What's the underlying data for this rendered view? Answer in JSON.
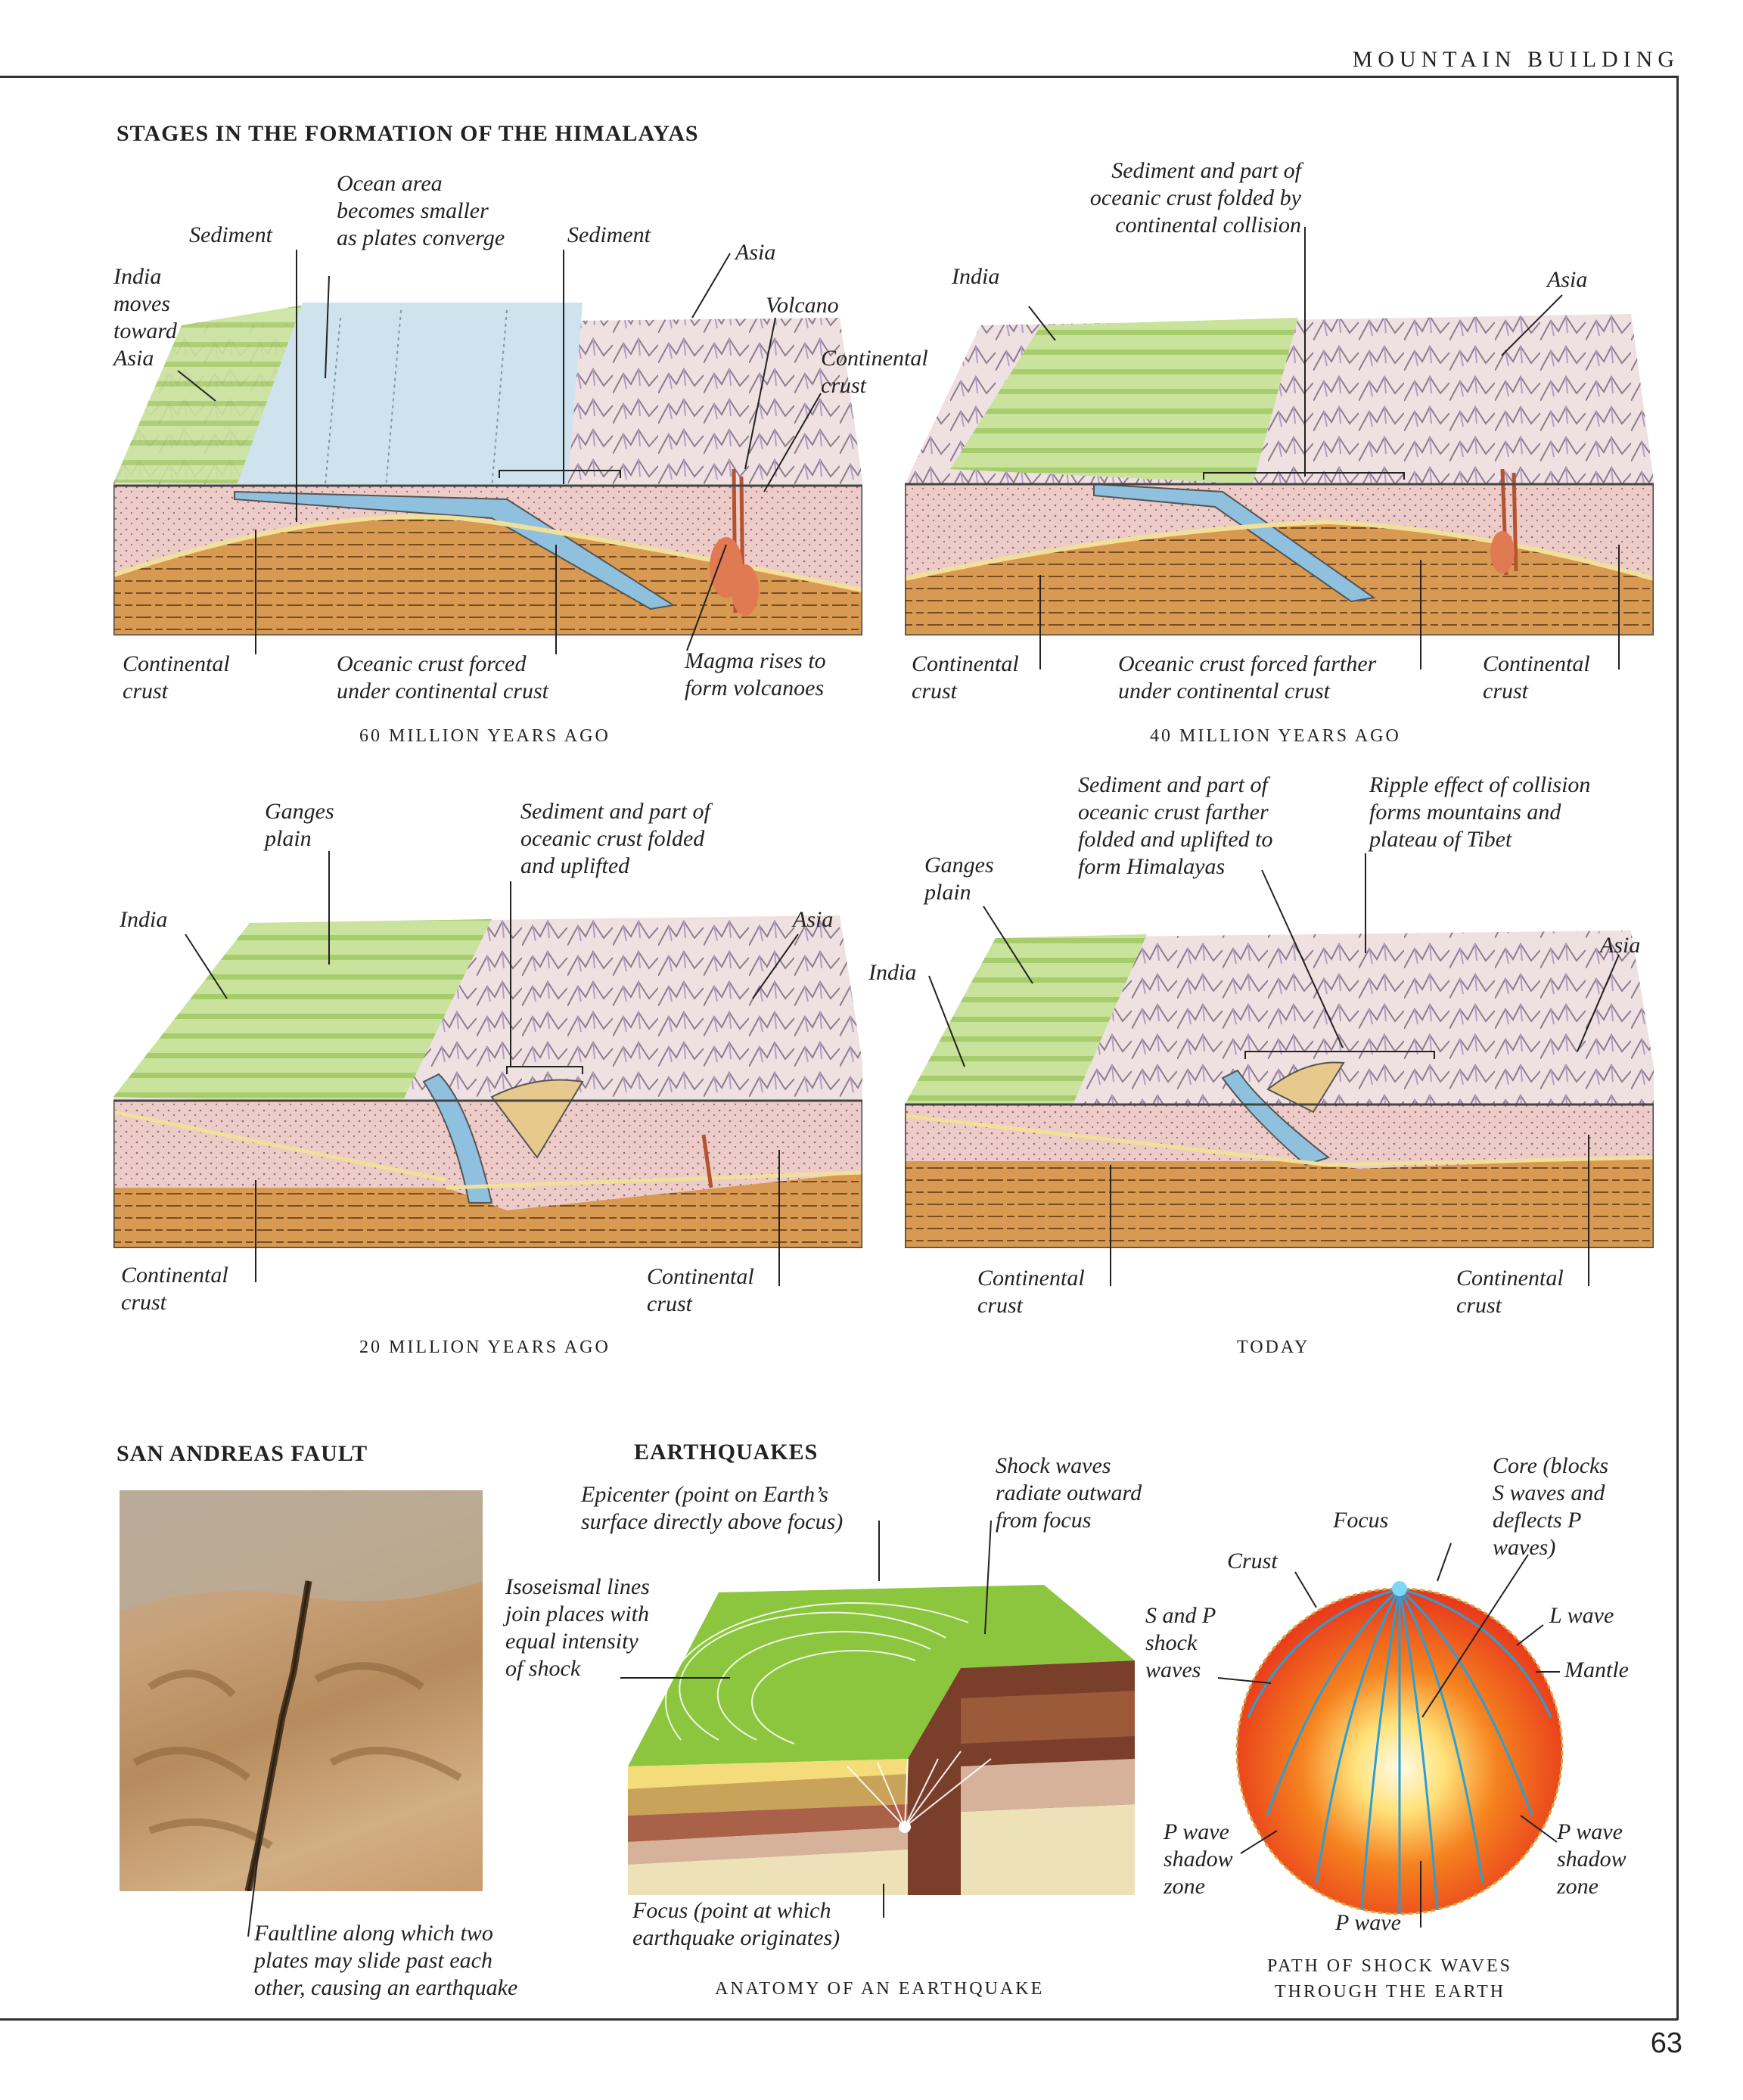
{
  "running_head": "MOUNTAIN BUILDING",
  "page_number": "63",
  "himalayas": {
    "title": "STAGES IN THE FORMATION OF THE HIMALAYAS",
    "stage1": {
      "caption": "60 MILLION YEARS AGO",
      "labels": {
        "india": "India\nmoves\ntoward\nAsia",
        "sediment_left": "Sediment",
        "ocean": "Ocean area\nbecomes smaller\nas plates converge",
        "sediment_right": "Sediment",
        "asia": "Asia",
        "volcano": "Volcano",
        "continental_top": "Continental\ncrust",
        "continental_bottom": "Continental\ncrust",
        "oceanic": "Oceanic crust forced\nunder continental crust",
        "magma": "Magma rises to\nform volcanoes"
      }
    },
    "stage2": {
      "caption": "40 MILLION YEARS AGO",
      "labels": {
        "sediment": "Sediment and part of\noceanic crust folded by\ncontinental collision",
        "india": "India",
        "asia": "Asia",
        "continental_left": "Continental\ncrust",
        "oceanic": "Oceanic crust forced farther\nunder continental crust",
        "continental_right": "Continental\ncrust"
      }
    },
    "stage3": {
      "caption": "20 MILLION YEARS AGO",
      "labels": {
        "ganges": "Ganges\nplain",
        "sediment": "Sediment and part of\noceanic crust folded\nand uplifted",
        "india": "India",
        "asia": "Asia",
        "continental_left": "Continental\ncrust",
        "continental_right": "Continental\ncrust"
      }
    },
    "stage4": {
      "caption": "TODAY",
      "labels": {
        "sediment": "Sediment and part of\noceanic crust farther\nfolded and uplifted to\nform Himalayas",
        "ripple": "Ripple effect of  collision\nforms mountains and\nplateau of  Tibet",
        "ganges": "Ganges\nplain",
        "india": "India",
        "asia": "Asia",
        "continental_left": "Continental\ncrust",
        "continental_right": "Continental\ncrust"
      }
    }
  },
  "san_andreas": {
    "title": "SAN ANDREAS FAULT",
    "faultline": "Faultline along which two\nplates may slide past each\nother, causing an earthquake"
  },
  "earthquakes": {
    "title": "EARTHQUAKES",
    "caption": "ANATOMY OF AN EARTHQUAKE",
    "epicenter": "Epicenter (point on Earth’s\nsurface directly above focus)",
    "shock_waves": "Shock waves\nradiate outward\nfrom focus",
    "isoseismal": "Isoseismal lines\njoin places with\nequal intensity\nof  shock",
    "focus": "Focus (point at which\nearthquake originates)"
  },
  "shock_path": {
    "caption_line1": "PATH OF SHOCK WAVES",
    "caption_line2": "THROUGH THE EARTH",
    "focus": "Focus",
    "core": "Core (blocks\nS waves and\ndeflects P\nwaves)",
    "crust": "Crust",
    "sp_waves": "S and P\nshock\nwaves",
    "l_wave": "L wave",
    "mantle": "Mantle",
    "p_shadow_left": "P wave\nshadow\nzone",
    "p_shadow_right": "P wave\nshadow\nzone",
    "p_wave": "P wave"
  },
  "colors": {
    "pink_crust": "#eccbc8",
    "mantle_brown": "#d89a52",
    "green_plain": "#bcd98a",
    "ocean_blue": "#cfe3ee",
    "earth_red": "#e8361c",
    "earth_core": "#fff6cf",
    "wave_blue": "#2a9fd6",
    "grass_green": "#8cc63e"
  }
}
